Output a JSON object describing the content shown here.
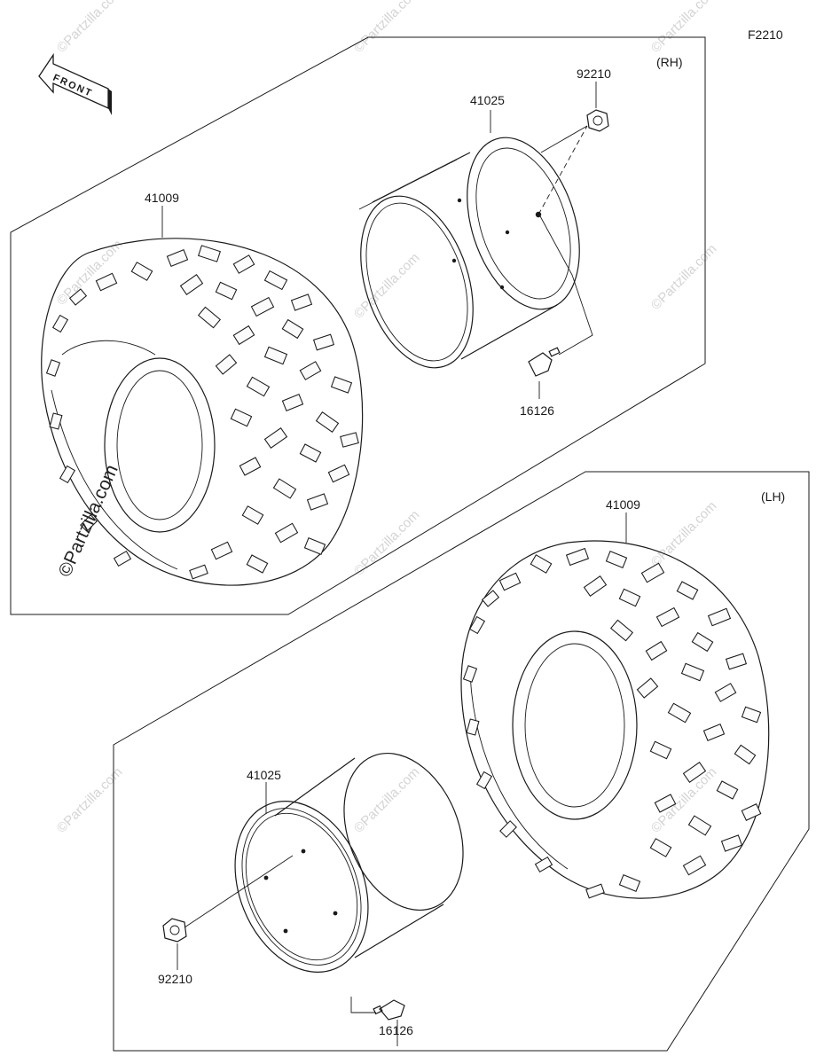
{
  "figure_code": "F2210",
  "front_label": "FRONT",
  "watermark": "©Partzilla.com",
  "sections": {
    "rh": {
      "side_label": "(RH)",
      "parts": {
        "tire": "41009",
        "wheel": "41025",
        "nut": "92210",
        "valve": "16126"
      }
    },
    "lh": {
      "side_label": "(LH)",
      "parts": {
        "tire": "41009",
        "wheel": "41025",
        "nut": "92210",
        "valve": "16126"
      }
    }
  }
}
